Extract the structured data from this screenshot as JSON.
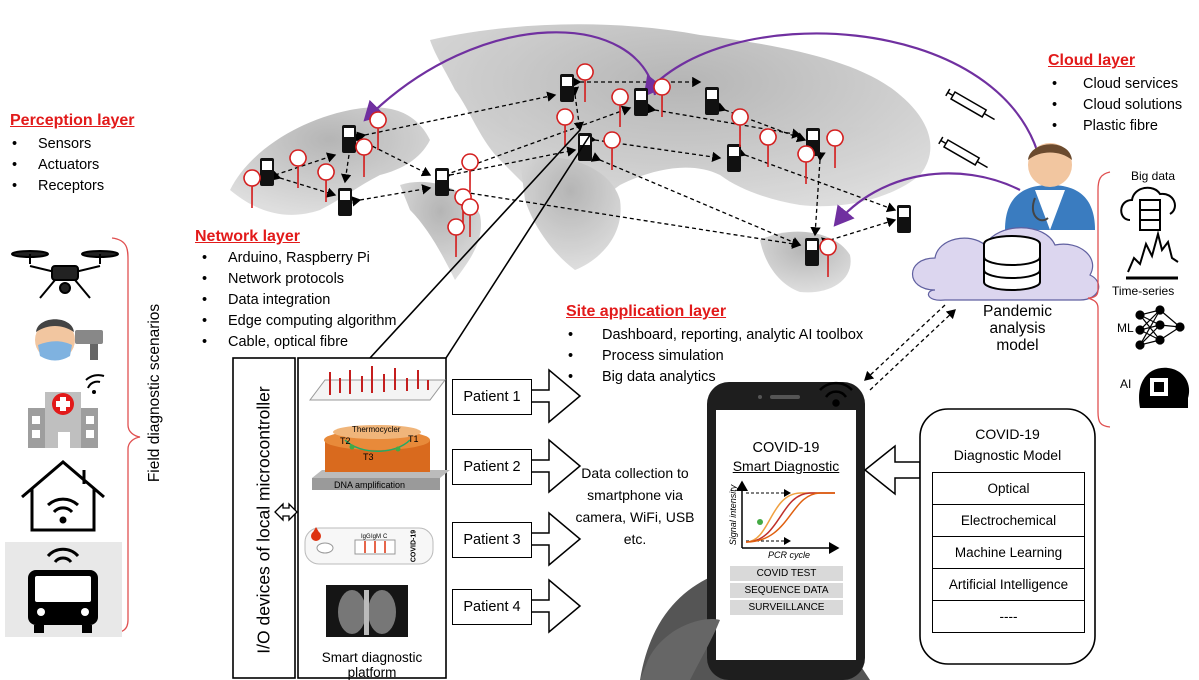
{
  "perception": {
    "title": "Perception layer",
    "items": [
      "Sensors",
      "Actuators",
      "Receptors"
    ]
  },
  "network": {
    "title": "Network layer",
    "items": [
      "Arduino, Raspberry Pi",
      "Network protocols",
      "Data integration",
      "Edge computing algorithm",
      "Cable, optical fibre"
    ]
  },
  "site_application": {
    "title": "Site application layer",
    "items": [
      "Dashboard, reporting, analytic AI toolbox",
      "Process simulation",
      "Big data analytics"
    ]
  },
  "cloud": {
    "title": "Cloud layer",
    "items": [
      "Cloud services",
      "Cloud solutions",
      "Plastic fibre"
    ]
  },
  "field_label": "Field diagnostic scenarios",
  "io_label": "I/O devices of local microcontroller",
  "platform": {
    "caption": "Smart diagnostic platform",
    "thermocycler": "Thermocycler",
    "t1": "T1",
    "t2": "T2",
    "t3": "T3",
    "dna_label": "DNA amplification",
    "cassette_label": "COVID-19",
    "igg": "IgG",
    "igm": "IgM",
    "c": "C"
  },
  "patients": [
    "Patient 1",
    "Patient 2",
    "Patient 3",
    "Patient 4"
  ],
  "data_collection": "Data collection to smartphone via camera, WiFi, USB etc.",
  "phone": {
    "title": "COVID-19",
    "subtitle": "Smart Diagnostic",
    "y_axis": "Signal intensity",
    "x_axis": "PCR cycle",
    "buttons": [
      "COVID TEST",
      "SEQUENCE DATA",
      "SURVEILLANCE"
    ]
  },
  "model": {
    "title": "COVID-19 Diagnostic Model",
    "items": [
      "Optical",
      "Electrochemical",
      "Machine Learning",
      "Artificial Intelligence",
      "----"
    ]
  },
  "pandemic": "Pandemic analysis model",
  "side": {
    "big_data": "Big data",
    "time_series": "Time-series",
    "ml": "ML",
    "ai": "AI"
  },
  "colors": {
    "title_red": "#e21a1a",
    "arrow_purple": "#7030a0",
    "map_gray": "#bdbdbd",
    "bracket_red": "#e05050",
    "curve_colors": [
      "#f0a040",
      "#c0302a",
      "#e06010"
    ]
  }
}
